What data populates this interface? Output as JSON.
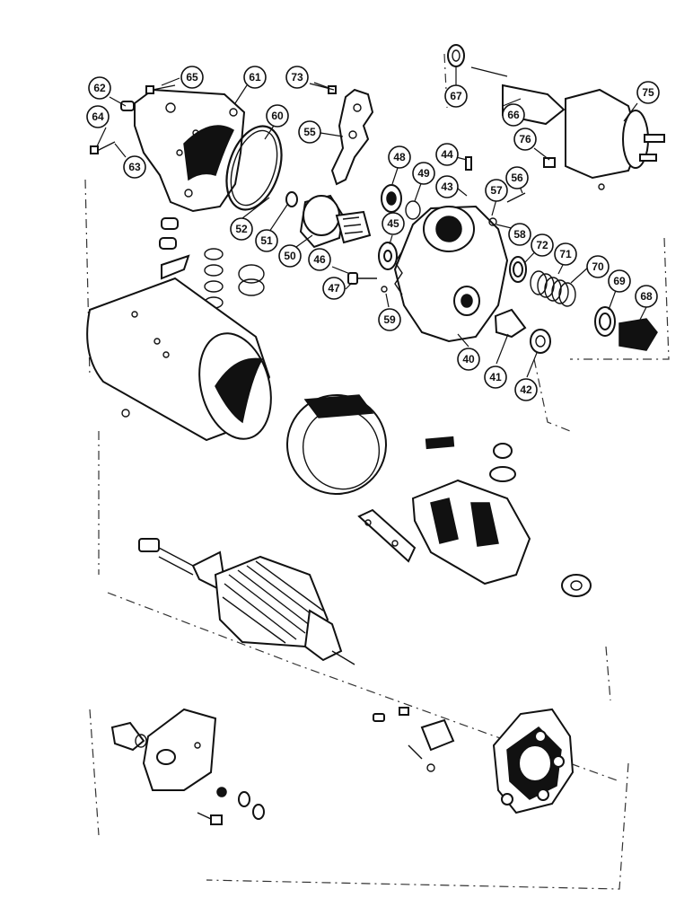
{
  "callouts": [
    "62",
    "65",
    "61",
    "73",
    "67",
    "75",
    "64",
    "63",
    "60",
    "55",
    "76",
    "48",
    "44",
    "49",
    "43",
    "56",
    "57",
    "52",
    "51",
    "50",
    "45",
    "58",
    "72",
    "46",
    "71",
    "47",
    "70",
    "59",
    "69",
    "68",
    "40",
    "41",
    "42",
    "66"
  ]
}
